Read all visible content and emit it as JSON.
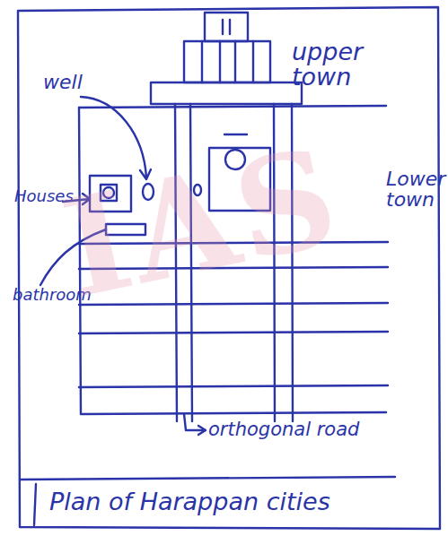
{
  "diagram": {
    "caption": "Plan of Harappan cities",
    "nodes": [
      {
        "text": [
          "upper town"
        ]
      },
      {
        "text": [
          "Lower town"
        ]
      }
    ],
    "labels": [
      "well",
      "Houses",
      "bathroom",
      "orthogonal road",
      "IAS"
    ]
  }
}
